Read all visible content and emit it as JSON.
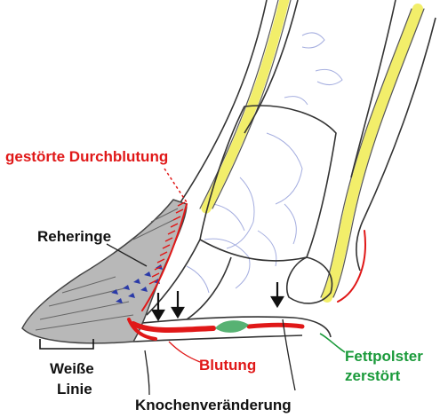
{
  "labels": {
    "durchblutung": "gestörte Durchblutung",
    "reheringe": "Reheringe",
    "weisse_linie_1": "Weiße",
    "weisse_linie_2": "Linie",
    "blutung": "Blutung",
    "fettpolster_1": "Fettpolster",
    "fettpolster_2": "zerstört",
    "knochen": "Knochenveränderung"
  },
  "colors": {
    "red_label": "#e01818",
    "black_label": "#111111",
    "green_label": "#1a9a3a",
    "tendon_yellow": "#f2ee6a",
    "sketch_blue": "#6b78c8",
    "ring_blue": "#2a3aa8",
    "fat_pad_green": "#3aa55a"
  }
}
